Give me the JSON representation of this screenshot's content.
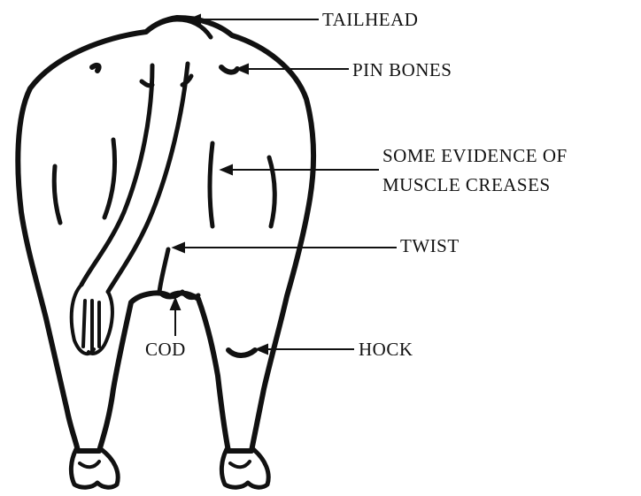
{
  "labels": {
    "tailhead": "TAILHEAD",
    "pin_bones": "PIN BONES",
    "muscle_creases_line1": "SOME EVIDENCE OF",
    "muscle_creases_line2": "MUSCLE CREASES",
    "twist": "TWIST",
    "cod": "COD",
    "hock": "HOCK"
  },
  "colors": {
    "ink": "#111111",
    "background": "#ffffff"
  }
}
